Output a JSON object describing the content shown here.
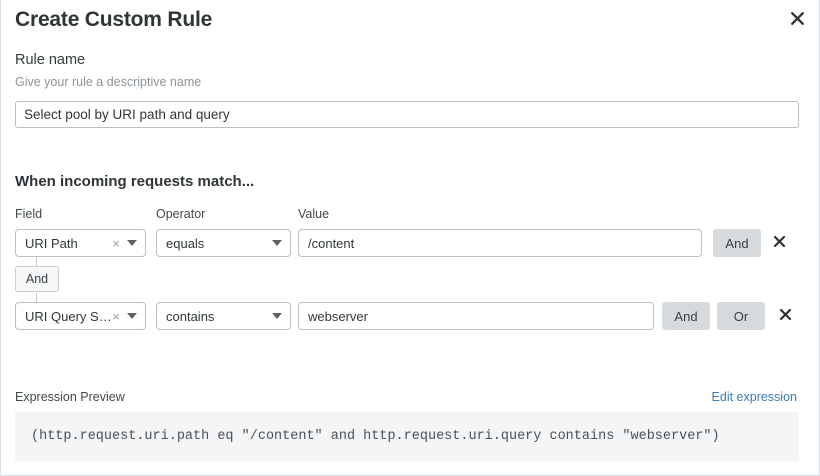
{
  "dialog": {
    "title": "Create Custom Rule",
    "close_icon": "close-icon"
  },
  "rule_name": {
    "label": "Rule name",
    "helper": "Give your rule a descriptive name",
    "value": "Select pool by URI path and query",
    "placeholder": "Rule name"
  },
  "match_section": {
    "heading": "When incoming requests match...",
    "columns": {
      "field": "Field",
      "operator": "Operator",
      "value": "Value"
    },
    "rows": [
      {
        "field": "URI Path",
        "operator": "equals",
        "value": "/content",
        "value_placeholder": "Value",
        "logic_buttons": [
          "And"
        ],
        "delete_icon": "close-icon"
      },
      {
        "field": "URI Query St...",
        "operator": "contains",
        "value": "webserver",
        "value_placeholder": "Value",
        "logic_buttons": [
          "And",
          "Or"
        ],
        "delete_icon": "close-icon"
      }
    ],
    "connector": "And"
  },
  "expression": {
    "label": "Expression Preview",
    "edit_link": "Edit expression",
    "code": "(http.request.uri.path eq \"/content\" and http.request.uri.query contains \"webserver\")"
  },
  "colors": {
    "accent_link": "#3b7cb8",
    "logic_button_bg": "#d7dadc",
    "expression_bg": "#f4f5f6",
    "border": "#b9bfc4"
  }
}
